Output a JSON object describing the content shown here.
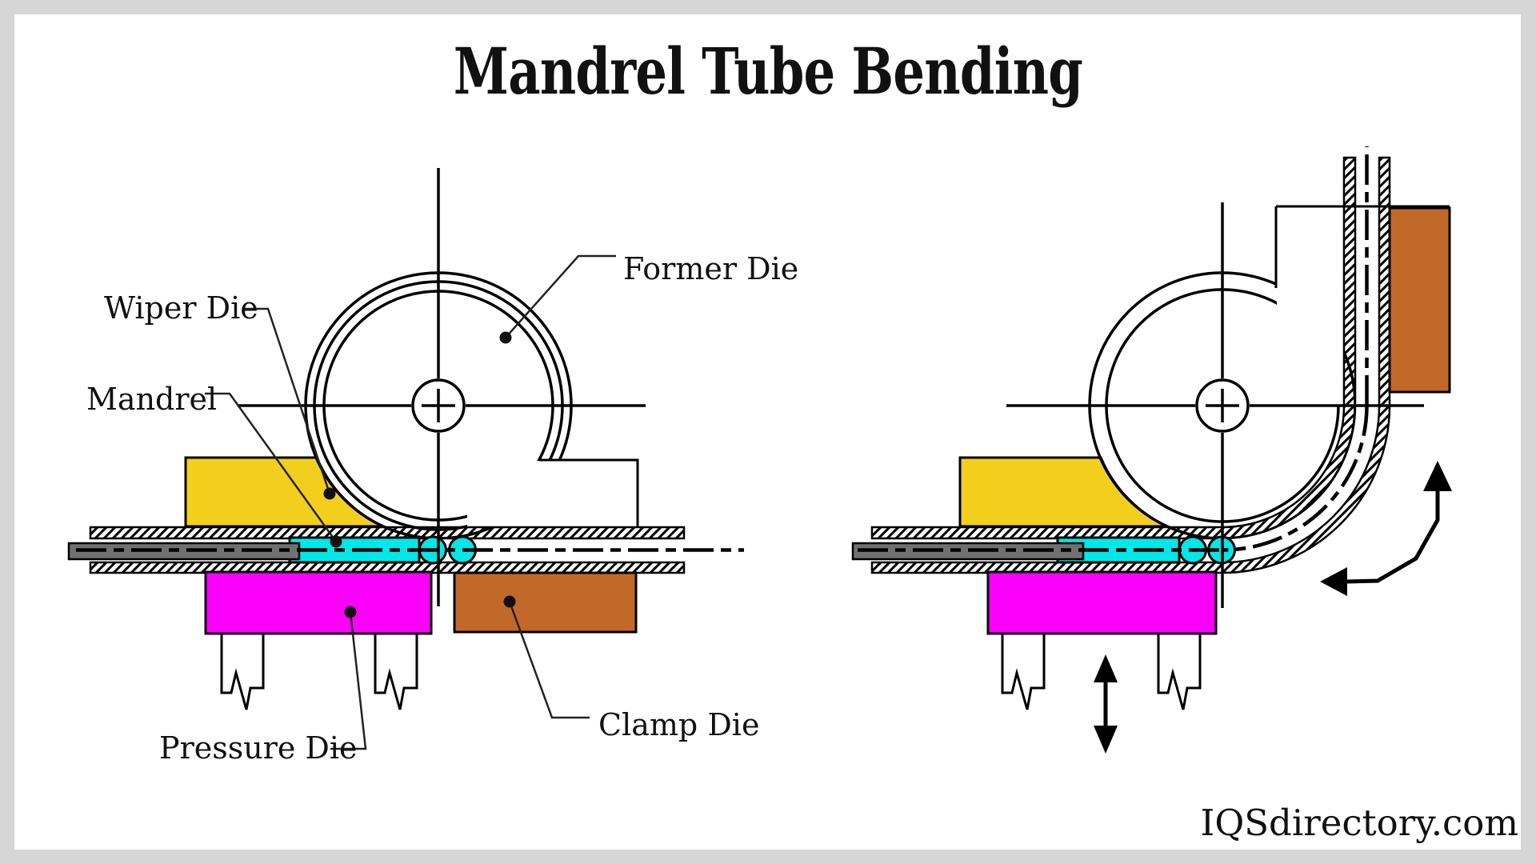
{
  "title": "Mandrel Tube Bending",
  "watermark": "IQSdirectory.com",
  "diagram": {
    "labels": {
      "former_die": "Former Die",
      "wiper_die": "Wiper Die",
      "mandrel": "Mandrel",
      "pressure_die": "Pressure Die",
      "clamp_die": "Clamp Die"
    },
    "colors": {
      "wiper_die": "#F2CF1D",
      "mandrel": "#00E8E8",
      "pressure_die": "#FB00FB",
      "clamp_die": "#C26929",
      "mandrel_rod": "#717171",
      "tube_line": "#000000",
      "background": "#D6D6D6",
      "canvas": "#FFFFFF"
    },
    "panels": [
      "tube-before-bend",
      "tube-after-90-degree-bend"
    ],
    "icons": [
      "up-down-motion-arrow",
      "rotate-bend-arrow"
    ]
  }
}
